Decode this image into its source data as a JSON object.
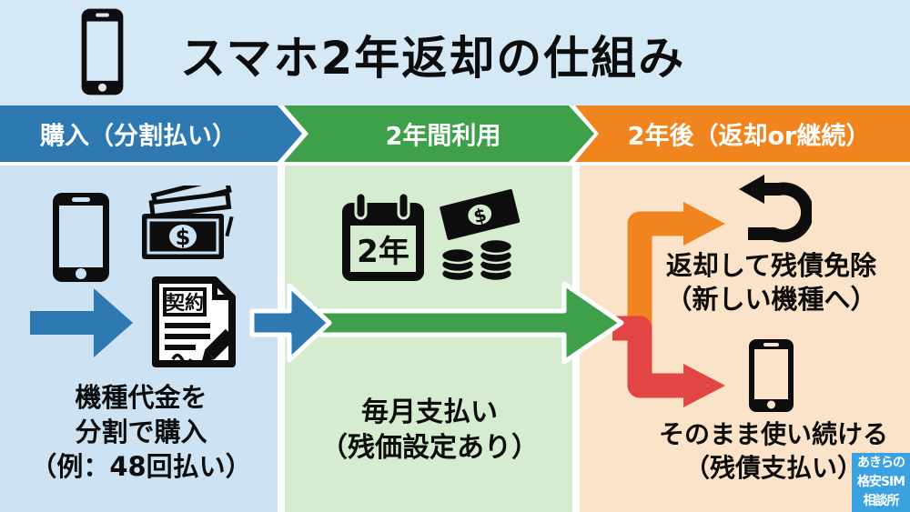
{
  "title": {
    "text": "スマホ2年返却の仕組み"
  },
  "steps": [
    {
      "label": "購入（分割払い）"
    },
    {
      "label": "2年間利用"
    },
    {
      "label": "2年後（返却or継続）"
    }
  ],
  "column1": {
    "contract_label": "契約",
    "currency_symbol": "$",
    "caption_line1": "機種代金を",
    "caption_line2": "分割で購入",
    "caption_line3": "（例：48回払い）"
  },
  "column2": {
    "calendar_label": "2年",
    "currency_symbol": "$",
    "caption_line1": "毎月支払い",
    "caption_line2": "（残価設定あり）"
  },
  "column3": {
    "return_line1": "返却して残債免除",
    "return_line2": "（新しい機種へ）",
    "keep_line1": "そのまま使い続ける",
    "keep_line2": "（残債支払い）"
  },
  "badge": {
    "line1": "あきらの",
    "line2": "格安SIM",
    "line3": "相談所"
  },
  "colors": {
    "blue": "#2e79b2",
    "green": "#3fa04c",
    "orange": "#f0851f",
    "red": "#e34444",
    "titlebg": "#d5e8f6",
    "col1": "#cde3f3",
    "col2": "#d5ecd0",
    "col3": "#fae3c9",
    "badge": "#3ba2df"
  }
}
